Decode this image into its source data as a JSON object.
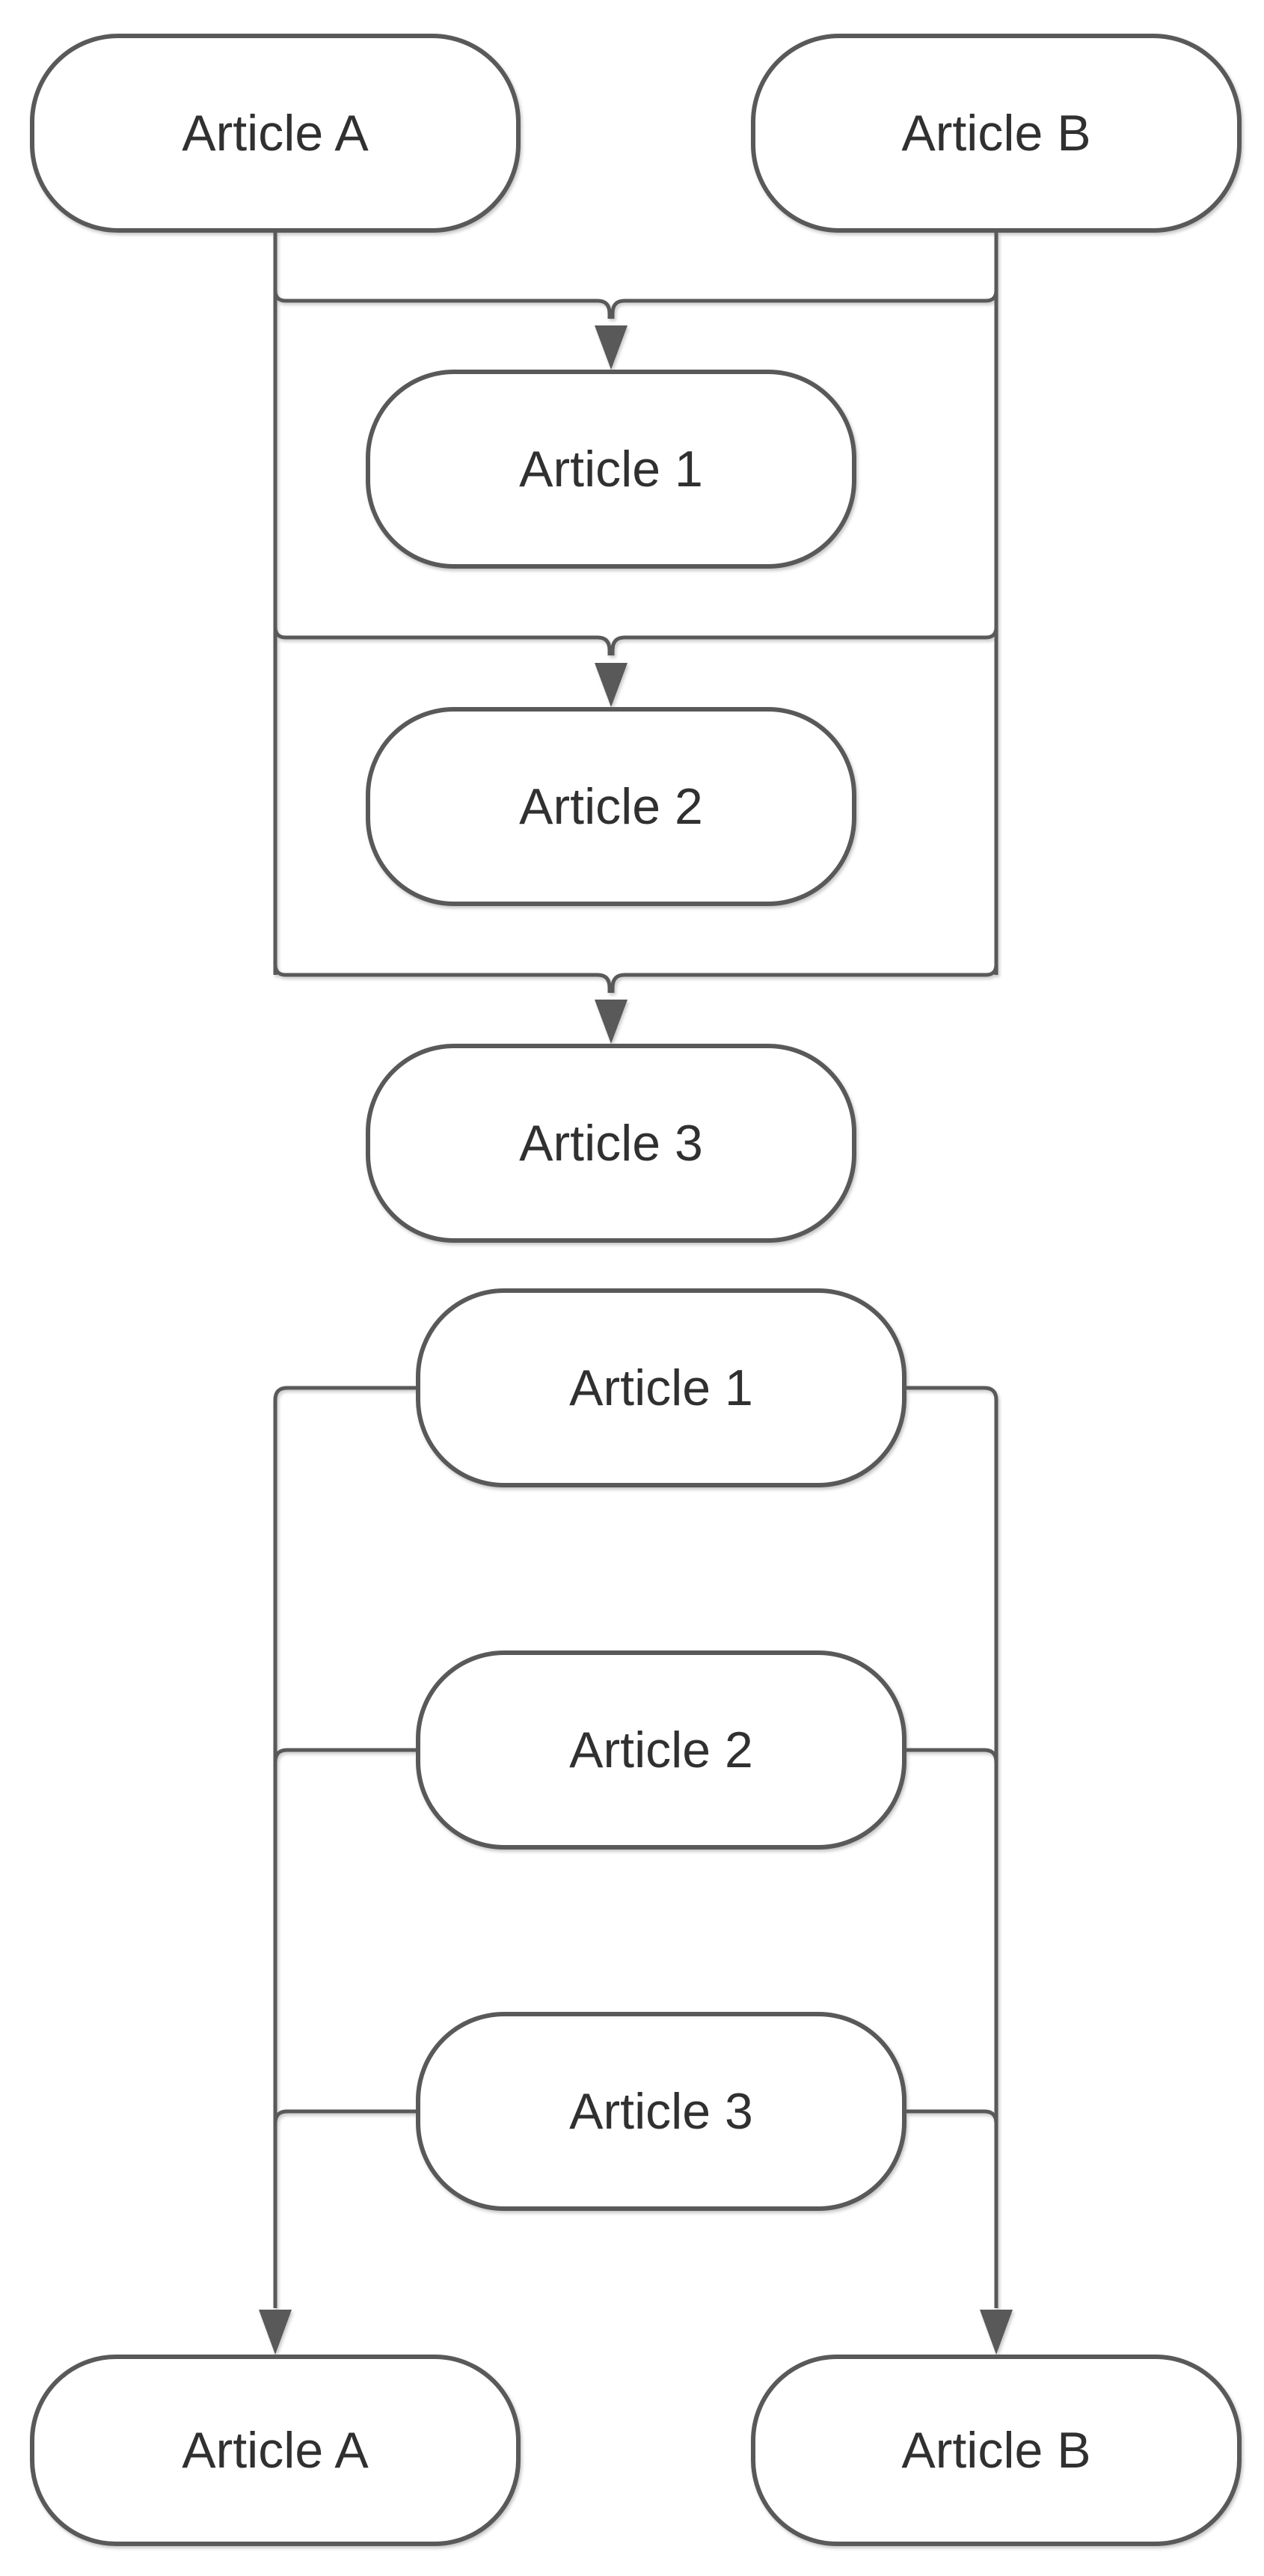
{
  "colors": {
    "line": "#595959",
    "node_fill": "#ffffff",
    "text": "#303030",
    "background": "#ffffff"
  },
  "top_flow": {
    "source_a": {
      "label": "Article A"
    },
    "source_b": {
      "label": "Article B"
    },
    "step_1": {
      "label": "Article 1"
    },
    "step_2": {
      "label": "Article 2"
    },
    "step_3": {
      "label": "Article 3"
    }
  },
  "bottom_flow": {
    "step_1": {
      "label": "Article 1"
    },
    "step_2": {
      "label": "Article 2"
    },
    "step_3": {
      "label": "Article 3"
    },
    "target_a": {
      "label": "Article A"
    },
    "target_b": {
      "label": "Article B"
    }
  }
}
